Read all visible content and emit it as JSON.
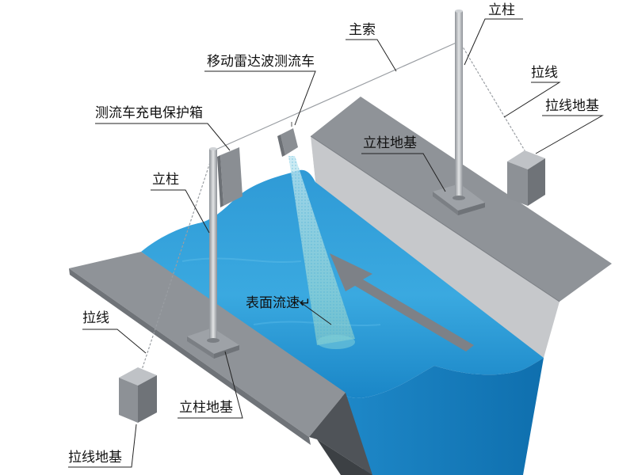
{
  "labels": {
    "main_cable": "主索",
    "radar_car": "移动雷达波测流车",
    "charging_box": "测流车充电保护箱",
    "post_left": "立柱",
    "post_right": "立柱",
    "guy_right": "拉线",
    "guy_left": "拉线",
    "guy_base_right": "拉线地基",
    "guy_base_left": "拉线地基",
    "post_base_right": "立柱地基",
    "post_base_left": "立柱地基",
    "surface_velocity": "表面流速↵"
  },
  "colors": {
    "water_light": "#3aa6dd",
    "water_dark": "#137fbf",
    "bank_top": "#8f9398",
    "bank_wall": "#c6c8cb",
    "bank_dark": "#6f7378",
    "post": "#b9bdc2",
    "arrow": "#7d8187",
    "leader": "#222222"
  }
}
